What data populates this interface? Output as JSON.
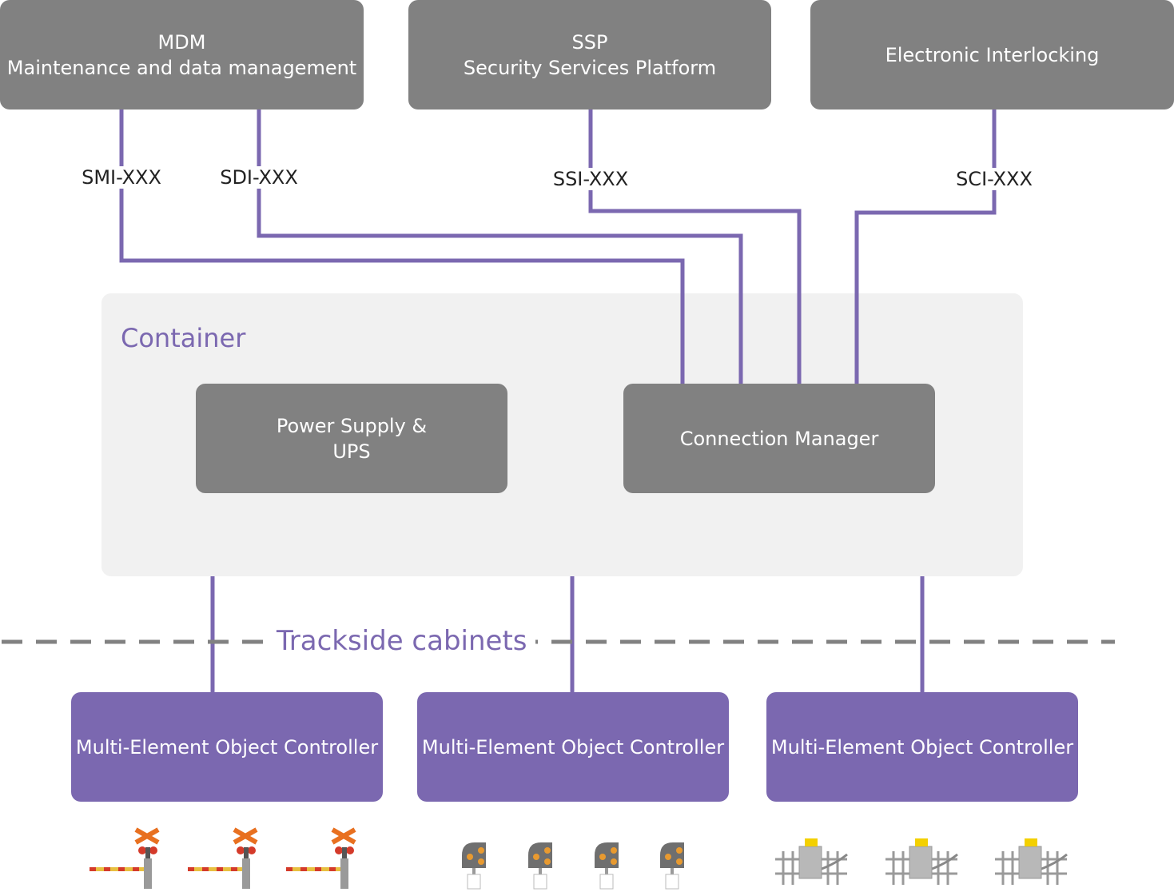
{
  "top_systems": {
    "mdm": {
      "line1": "MDM",
      "line2": "Maintenance and data management"
    },
    "ssp": {
      "line1": "SSP",
      "line2": "Security Services Platform"
    },
    "interlocking": {
      "label": "Electronic Interlocking"
    }
  },
  "interfaces": {
    "smi": "SMI-XXX",
    "sdi": "SDI-XXX",
    "ssi": "SSI-XXX",
    "sci": "SCI-XXX"
  },
  "container": {
    "label": "Container",
    "power_supply": "Power Supply &\nUPS",
    "connection_manager": "Connection Manager"
  },
  "trackside": {
    "label": "Trackside cabinets"
  },
  "controllers": [
    {
      "label": "Multi-Element Object Controller"
    },
    {
      "label": "Multi-Element Object Controller"
    },
    {
      "label": "Multi-Element Object Controller"
    }
  ],
  "colors": {
    "grey_box": "#818181",
    "purple": "#7b68b0",
    "container_bg": "#f1f1f1",
    "dashed_line": "#818181"
  },
  "icons": {
    "controller_1_devices": "level-crossing-icon",
    "controller_2_devices": "signal-icon",
    "controller_3_devices": "point-machine-icon"
  }
}
